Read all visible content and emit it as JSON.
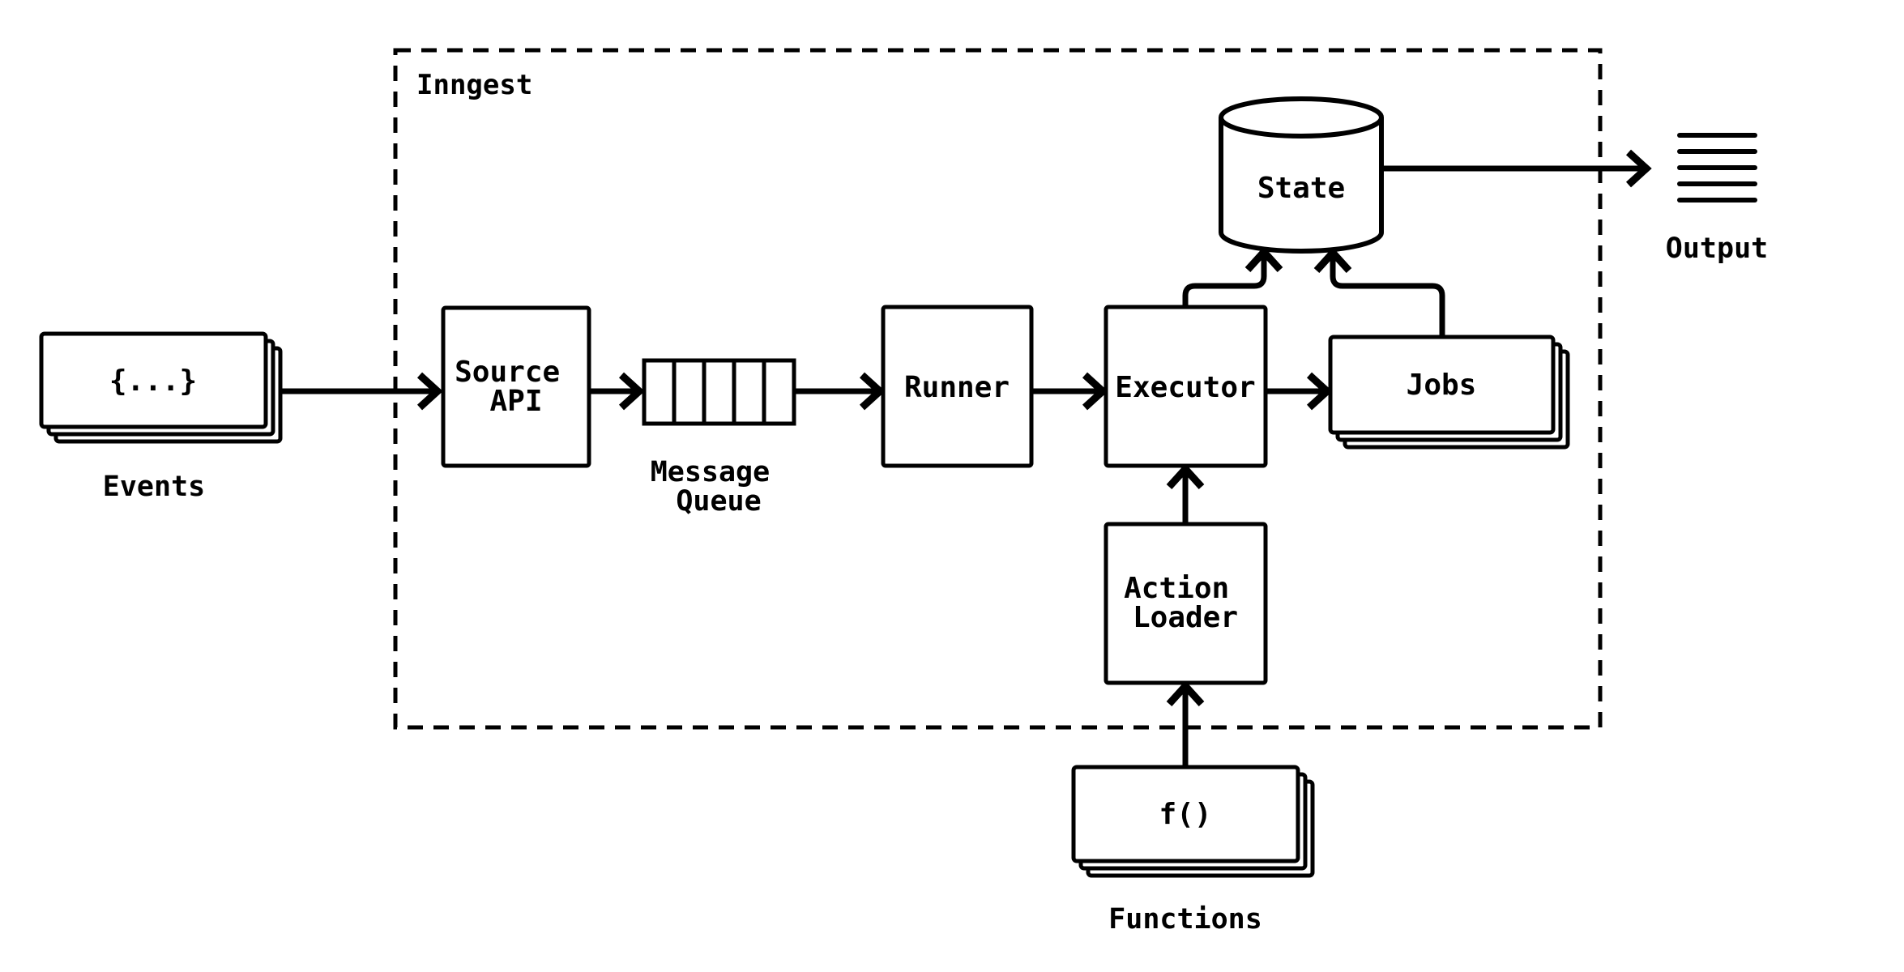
{
  "diagram": {
    "title": "Inngest architecture flow diagram",
    "boundary_label": "Inngest",
    "colors": {
      "stroke": "#000000",
      "background": "#ffffff"
    },
    "nodes": {
      "events": {
        "icon_text": "{...}",
        "caption": "Events"
      },
      "source_api": {
        "line1": "Source",
        "line2": "API"
      },
      "message_queue": {
        "caption_line1": "Message",
        "caption_line2": "Queue"
      },
      "runner": {
        "label": "Runner"
      },
      "executor": {
        "label": "Executor"
      },
      "jobs": {
        "label": "Jobs"
      },
      "state": {
        "label": "State"
      },
      "action_loader": {
        "line1": "Action",
        "line2": "Loader"
      },
      "functions": {
        "icon_text": "f()",
        "caption": "Functions"
      },
      "output": {
        "caption": "Output"
      }
    },
    "edges": [
      {
        "from": "events",
        "to": "source_api"
      },
      {
        "from": "source_api",
        "to": "message_queue"
      },
      {
        "from": "message_queue",
        "to": "runner"
      },
      {
        "from": "runner",
        "to": "executor"
      },
      {
        "from": "executor",
        "to": "jobs"
      },
      {
        "from": "executor",
        "to": "state"
      },
      {
        "from": "jobs",
        "to": "state"
      },
      {
        "from": "state",
        "to": "output"
      },
      {
        "from": "action_loader",
        "to": "executor"
      },
      {
        "from": "functions",
        "to": "action_loader"
      }
    ]
  }
}
